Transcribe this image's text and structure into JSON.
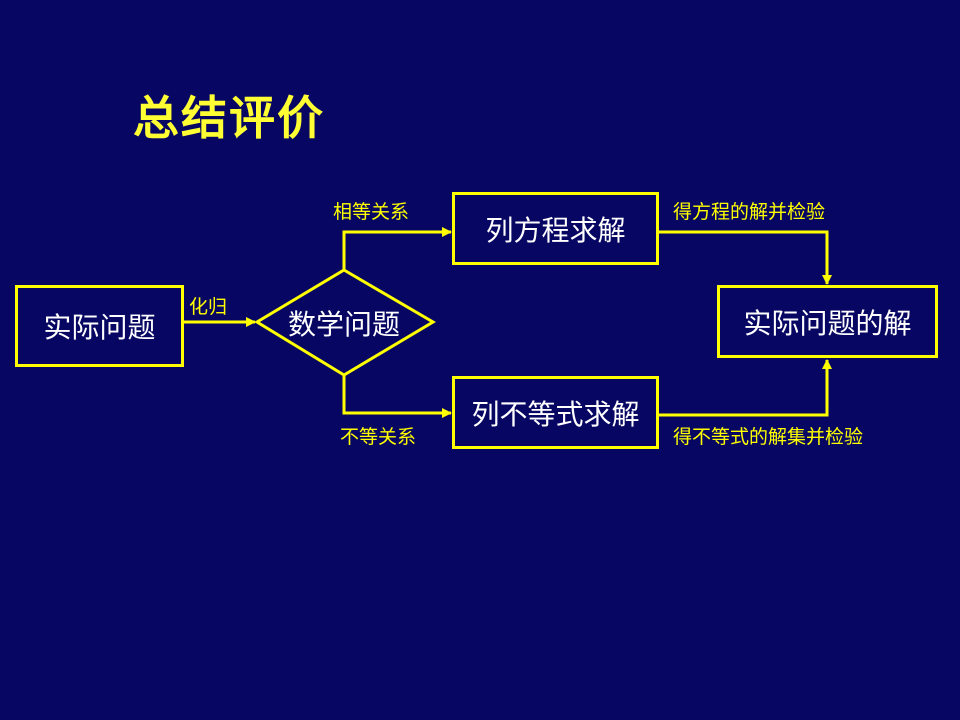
{
  "title": "总结评价",
  "nodes": {
    "practical_problem": "实际问题",
    "math_problem": "数学问题",
    "equation_solve": "列方程求解",
    "inequality_solve": "列不等式求解",
    "practical_solution": "实际问题的解"
  },
  "edge_labels": {
    "transform": "化归",
    "equal_relation": "相等关系",
    "unequal_relation": "不等关系",
    "equation_result": "得方程的解并检验",
    "inequality_result": "得不等式的解集并检验"
  },
  "colors": {
    "background": "#070763",
    "lines": "#FFFF00",
    "title": "#FFFF33",
    "node_text": "#FFFFFF"
  }
}
